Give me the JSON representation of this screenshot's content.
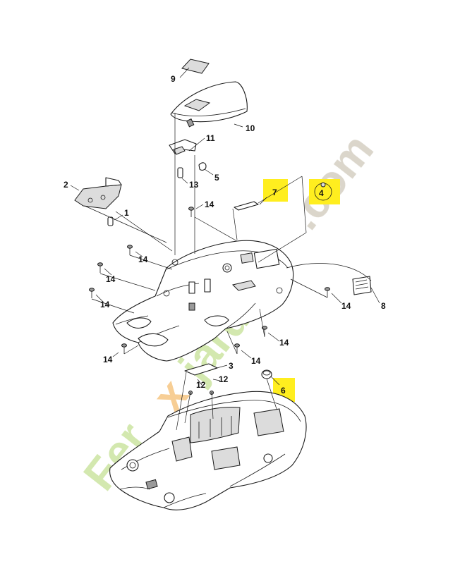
{
  "part_labels": {
    "p1": "1",
    "p2": "2",
    "p3": "3",
    "p4": "4",
    "p5": "5",
    "p6": "6",
    "p7": "7",
    "p8": "8",
    "p9": "9",
    "p10": "10",
    "p11": "11",
    "p12a": "12",
    "p12b": "12",
    "p13": "13",
    "p14a": "14",
    "p14b": "14",
    "p14c": "14",
    "p14d": "14",
    "p14e": "14",
    "p14f": "14",
    "p14g": "14",
    "p14h": "14"
  },
  "highlighted_labels": [
    "4",
    "6",
    "7"
  ],
  "colors": {
    "highlight": "#ffee1f",
    "watermark_green": "#cfe6a6",
    "watermark_orange": "#f6c98a",
    "watermark_gray": "#d7d2c6",
    "line": "#1a1a1a"
  },
  "watermark": {
    "part1": "Fer",
    "part2": "x",
    "part3": "jardin",
    "part4": ".com"
  }
}
